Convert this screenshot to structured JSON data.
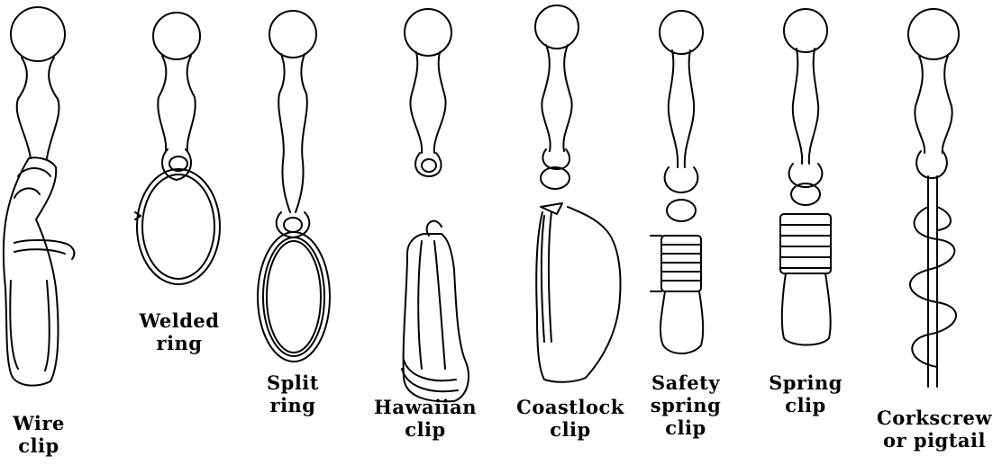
{
  "diagram": {
    "items": [
      {
        "icon": "wire-clip-swivel-icon",
        "lines": [
          "Wire",
          "clip"
        ]
      },
      {
        "icon": "welded-ring-swivel-icon",
        "lines": [
          "Welded",
          "ring"
        ]
      },
      {
        "icon": "split-ring-swivel-icon",
        "lines": [
          "Split",
          "ring"
        ]
      },
      {
        "icon": "hawaiian-clip-swivel-icon",
        "lines": [
          "Hawaiian",
          "clip"
        ]
      },
      {
        "icon": "coastlock-clip-swivel-icon",
        "lines": [
          "Coastlock",
          "clip"
        ]
      },
      {
        "icon": "safety-spring-clip-swivel-icon",
        "lines": [
          "Safety",
          "spring",
          "clip"
        ]
      },
      {
        "icon": "spring-clip-swivel-icon",
        "lines": [
          "Spring",
          "clip"
        ]
      },
      {
        "icon": "corkscrew-swivel-icon",
        "lines": [
          "Corkscrew",
          "or pigtail"
        ]
      }
    ],
    "ink_color": "#000000",
    "background": "#ffffff"
  }
}
